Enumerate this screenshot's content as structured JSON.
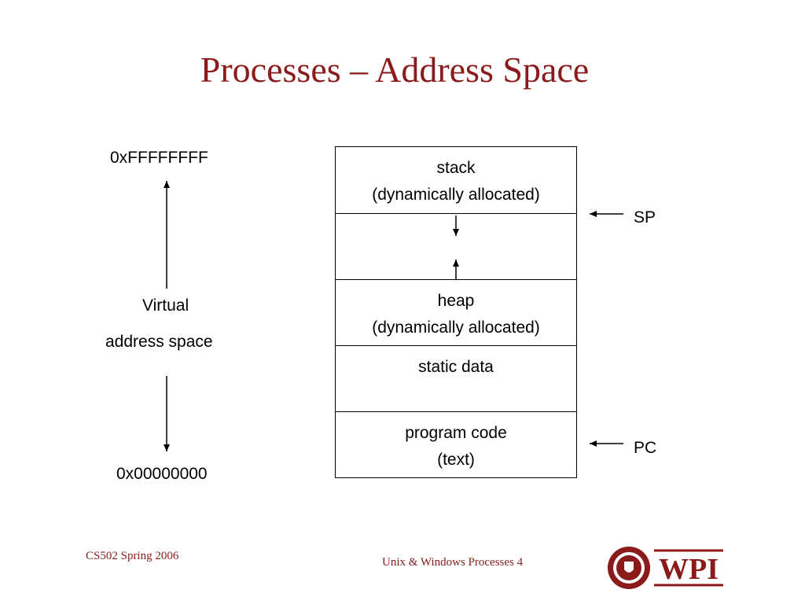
{
  "slide": {
    "title": "Processes – Address Space"
  },
  "address_axis": {
    "top_address": "0xFFFFFFFF",
    "bottom_address": "0x00000000",
    "label_line1": "Virtual",
    "label_line2": "address space"
  },
  "memory_segments": [
    {
      "line1": "stack",
      "line2": "(dynamically allocated)"
    },
    {
      "line1": "",
      "line2": ""
    },
    {
      "line1": "heap",
      "line2": "(dynamically allocated)"
    },
    {
      "line1": "static data",
      "line2": ""
    },
    {
      "line1": "program code",
      "line2": "(text)"
    }
  ],
  "pointers": {
    "sp": "SP",
    "pc": "PC"
  },
  "footer": {
    "left": "CS502 Spring 2006",
    "center": "Unix & Windows Processes 4",
    "logo_text": "WPI"
  },
  "colors": {
    "accent": "#8b1a1a"
  }
}
